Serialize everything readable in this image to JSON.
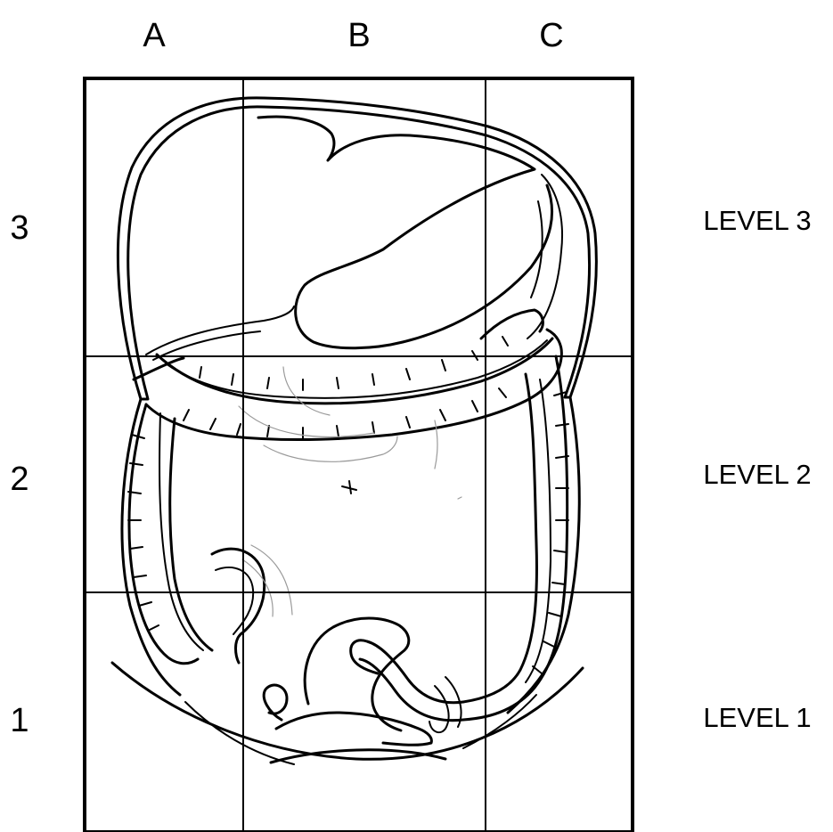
{
  "grid": {
    "columns": [
      "A",
      "B",
      "C"
    ],
    "rows": [
      "3",
      "2",
      "1"
    ]
  },
  "levels": [
    "LEVEL 3",
    "LEVEL 2",
    "LEVEL 1"
  ],
  "colors": {
    "line": "#000000",
    "faint_line": "#9a9a9a",
    "background": "#ffffff",
    "stipple": "#bdbdbd"
  }
}
